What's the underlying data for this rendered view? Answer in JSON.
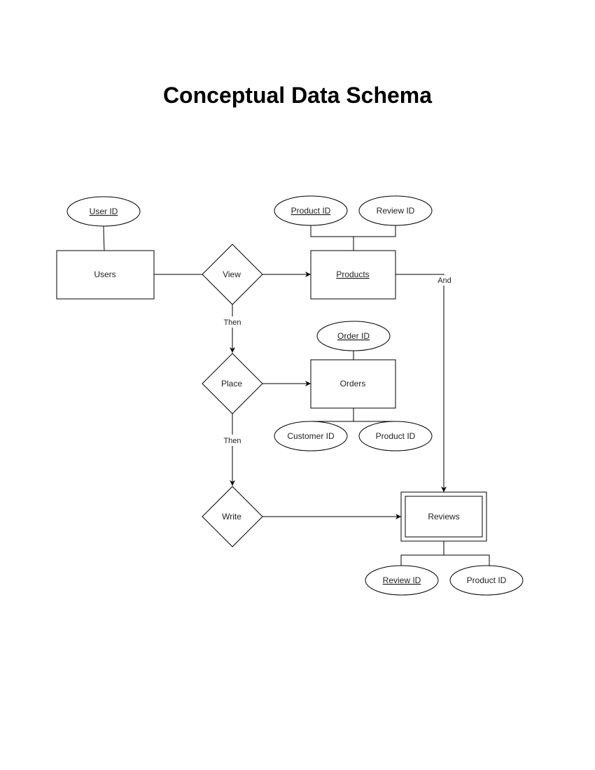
{
  "title": "Conceptual Data Schema",
  "entities": {
    "users": "Users",
    "products": "Products",
    "orders": "Orders",
    "reviews": "Reviews"
  },
  "relationships": {
    "view": "View",
    "place": "Place",
    "write": "Write"
  },
  "attributes": {
    "user_id": "User ID",
    "product_id": "Product ID",
    "review_id": "Review ID",
    "order_id": "Order ID",
    "customer_id": "Customer ID",
    "order_product_id": "Product ID",
    "reviews_review_id": "Review ID",
    "reviews_product_id": "Product ID"
  },
  "edge_labels": {
    "then_1": "Then",
    "then_2": "Then",
    "and": "And"
  }
}
